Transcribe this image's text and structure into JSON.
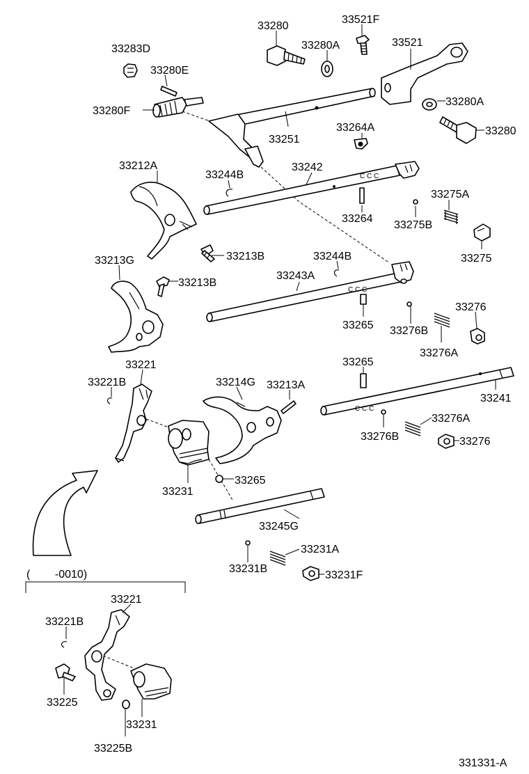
{
  "diagram": {
    "labels": {
      "p33280": "33280",
      "p33521F": "33521F",
      "p33283D": "33283D",
      "p33280A_top": "33280A",
      "p33521": "33521",
      "p33280E": "33280E",
      "p33280F": "33280F",
      "p33280A_right": "33280A",
      "p33280_right": "33280",
      "p33264A": "33264A",
      "p33251": "33251",
      "p33212A": "33212A",
      "p33244B_top": "33244B",
      "p33242": "33242",
      "p33275A": "33275A",
      "p33264": "33264",
      "p33275B": "33275B",
      "p33213B_top": "33213B",
      "p33275": "33275",
      "p33213G": "33213G",
      "p33244B_mid": "33244B",
      "p33243A": "33243A",
      "p33213B_mid": "33213B",
      "p33276_top": "33276",
      "p33265_top": "33265",
      "p33276B_top": "33276B",
      "p33276A_top": "33276A",
      "p33221": "33221",
      "p33265_mid": "33265",
      "p33221B": "33221B",
      "p33214G": "33214G",
      "p33213A": "33213A",
      "p33241": "33241",
      "p33276A_bot": "33276A",
      "p33276B_bot": "33276B",
      "p33276_bot": "33276",
      "p33265_low": "33265",
      "p33231": "33231",
      "p33245G": "33245G",
      "p33231A": "33231A",
      "p33231B": "33231B",
      "p33231F": "33231F",
      "range": "(        -0010)",
      "inset_33221": "33221",
      "inset_33221B": "33221B",
      "inset_33225": "33225",
      "inset_33231": "33231",
      "inset_33225B": "33225B",
      "figure_id": "331331-A"
    }
  }
}
